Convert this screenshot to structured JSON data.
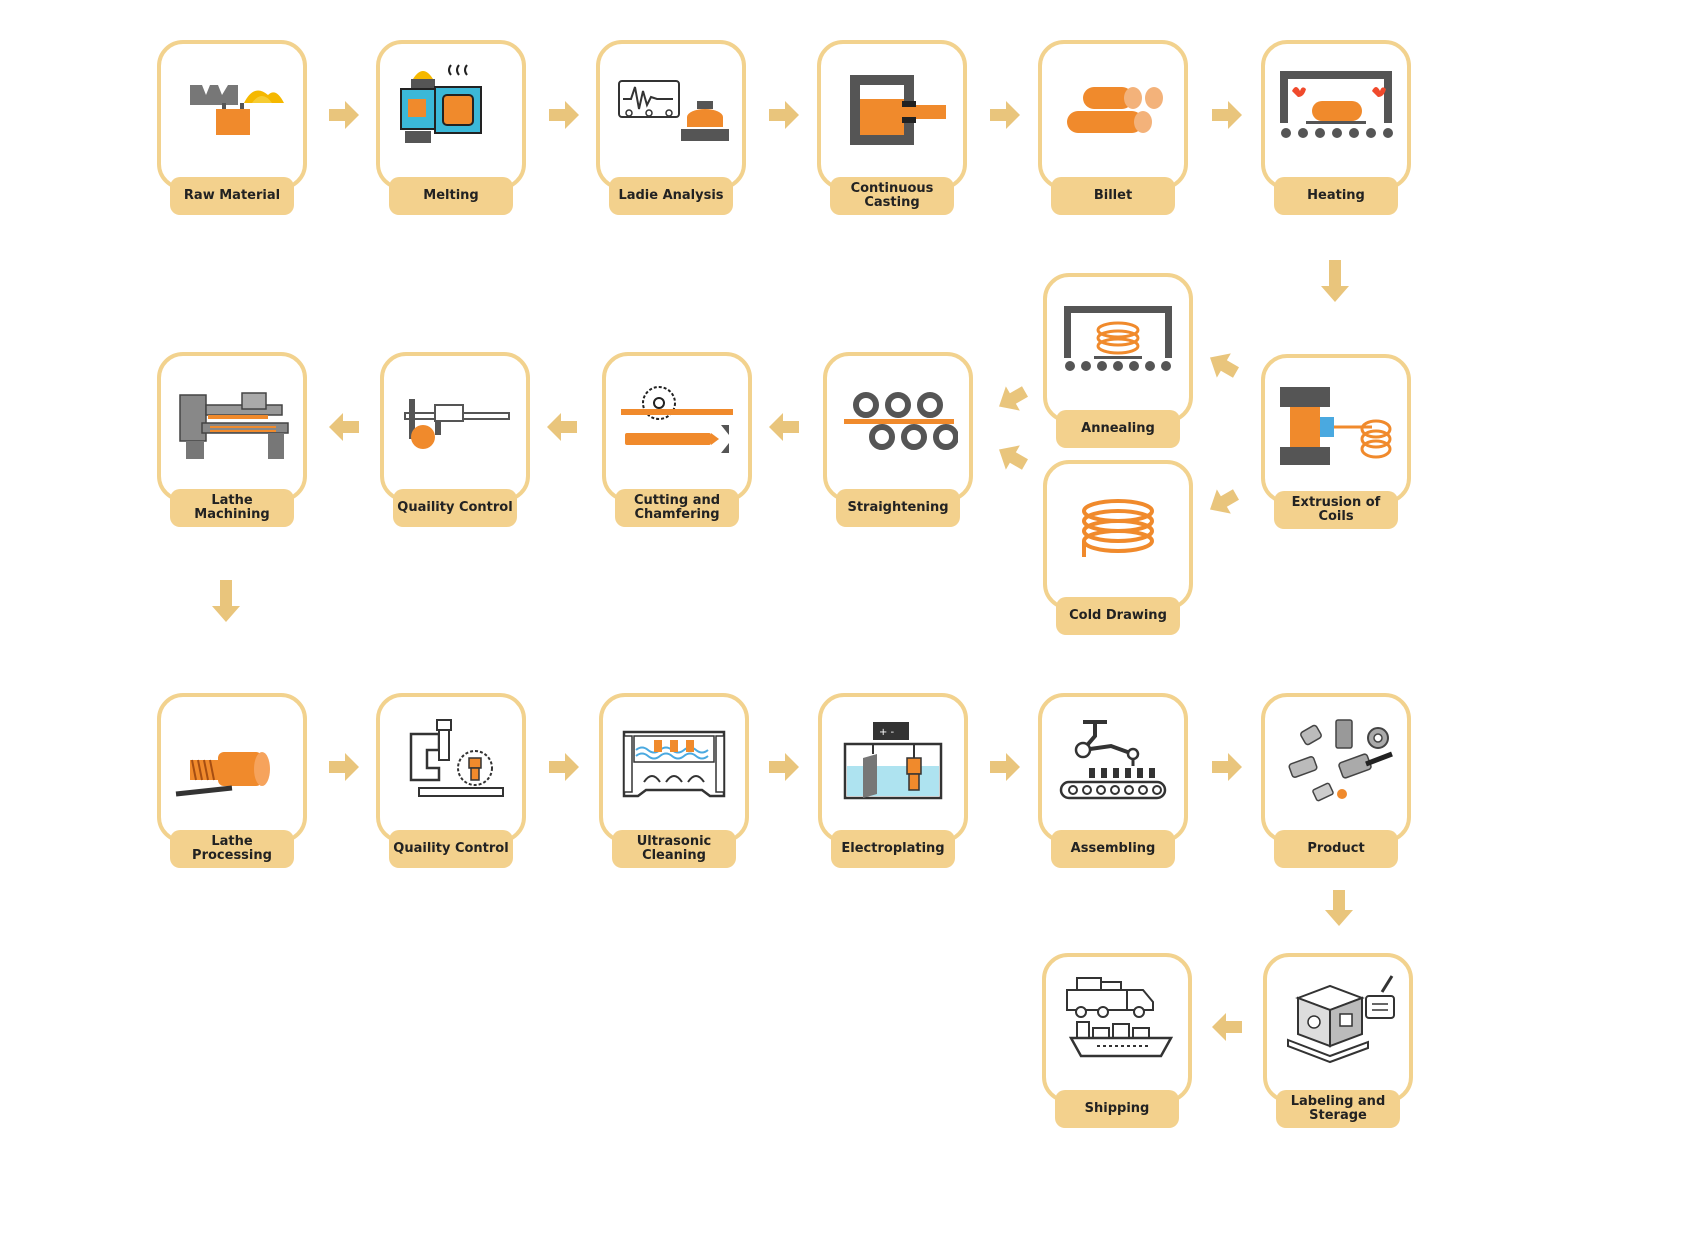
{
  "colors": {
    "frame": "#f2d28e",
    "label_bg": "#f3d18d",
    "arrow": "#e9c57c",
    "accent": "#f08a2c",
    "dark": "#555555"
  },
  "steps": [
    {
      "id": "raw-material",
      "label": "Raw Material",
      "icon": "raw-material-icon"
    },
    {
      "id": "melting",
      "label": "Melting",
      "icon": "melting-furnace-icon"
    },
    {
      "id": "ladie-analysis",
      "label": "Ladie Analysis",
      "icon": "spectrometer-icon"
    },
    {
      "id": "continuous-casting",
      "label": "Continuous\nCasting",
      "icon": "casting-mold-icon"
    },
    {
      "id": "billet",
      "label": "Billet",
      "icon": "billet-stack-icon"
    },
    {
      "id": "heating",
      "label": "Heating",
      "icon": "heating-furnace-icon"
    },
    {
      "id": "extrusion",
      "label": "Extrusion of Coils",
      "icon": "extrusion-press-icon"
    },
    {
      "id": "annealing",
      "label": "Annealing",
      "icon": "annealing-furnace-icon"
    },
    {
      "id": "cold-drawing",
      "label": "Cold Drawing",
      "icon": "copper-coil-icon"
    },
    {
      "id": "straightening",
      "label": "Straightening",
      "icon": "straightening-rollers-icon"
    },
    {
      "id": "cutting",
      "label": "Cutting and\nChamfering",
      "icon": "saw-blade-icon"
    },
    {
      "id": "quality-control-1",
      "label": "Quaility Control",
      "icon": "caliper-icon"
    },
    {
      "id": "lathe-machining",
      "label": "Lathe Machining",
      "icon": "lathe-machine-icon"
    },
    {
      "id": "lathe-processing",
      "label": "Lathe Processing",
      "icon": "threaded-part-icon"
    },
    {
      "id": "quality-control-2",
      "label": "Quaility Control",
      "icon": "inspection-machine-icon"
    },
    {
      "id": "ultrasonic",
      "label": "Ultrasonic\nCleaning",
      "icon": "ultrasonic-tank-icon"
    },
    {
      "id": "electroplating",
      "label": "Electroplating",
      "icon": "plating-bath-icon"
    },
    {
      "id": "assembling",
      "label": "Assembling",
      "icon": "robot-arm-icon"
    },
    {
      "id": "product",
      "label": "Product",
      "icon": "connector-parts-icon"
    },
    {
      "id": "labeling",
      "label": "Labeling and\nSterage",
      "icon": "pallet-box-icon"
    },
    {
      "id": "shipping",
      "label": "Shipping",
      "icon": "truck-ship-icon"
    }
  ]
}
